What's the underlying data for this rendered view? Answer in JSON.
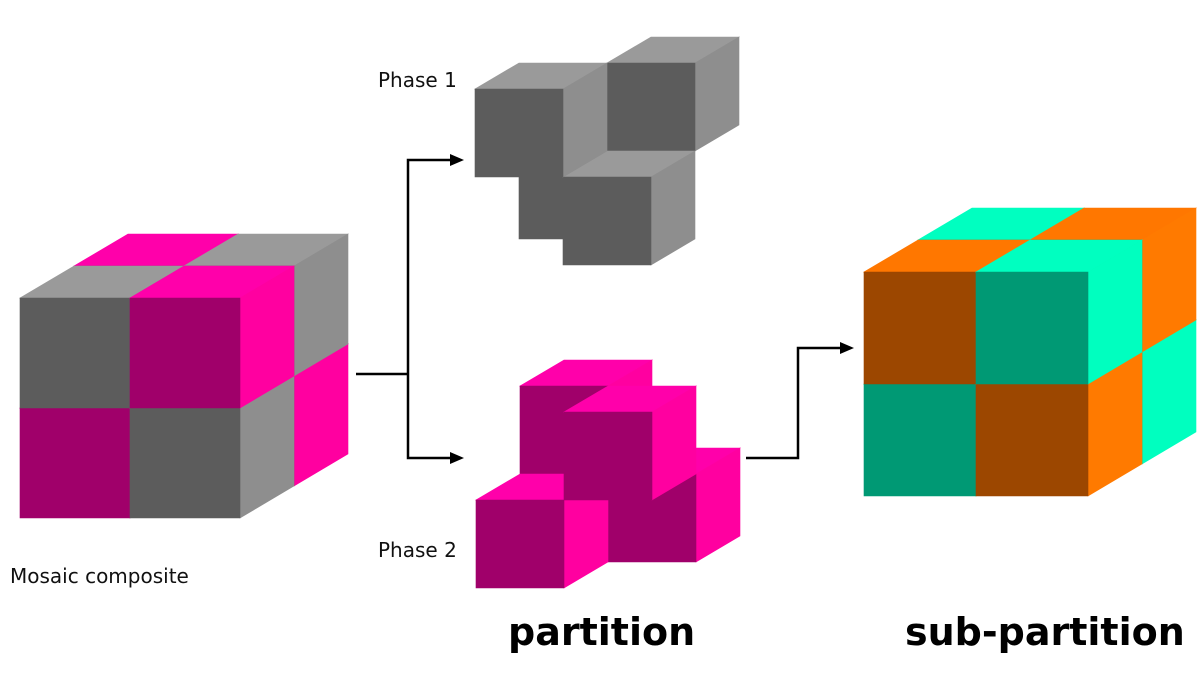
{
  "labels": {
    "phase1": "Phase 1",
    "phase2": "Phase 2",
    "mosaic": "Mosaic composite",
    "partition": "partition",
    "subpartition": "sub-partition"
  },
  "colors": {
    "phase1_front": "#5c5c5c",
    "phase1_top": "#9a9a9a",
    "phase1_side": "#8e8e8e",
    "phase2_front": "#a0006a",
    "phase2_top": "#ff00aa",
    "phase2_side": "#ff00a0",
    "sub_a_front": "#009974",
    "sub_a_top": "#00ffc0",
    "sub_a_side": "#00ffbf",
    "sub_b_front": "#9c4700",
    "sub_b_top": "#ff7700",
    "sub_b_side": "#ff7a00",
    "arrow": "#000000"
  }
}
